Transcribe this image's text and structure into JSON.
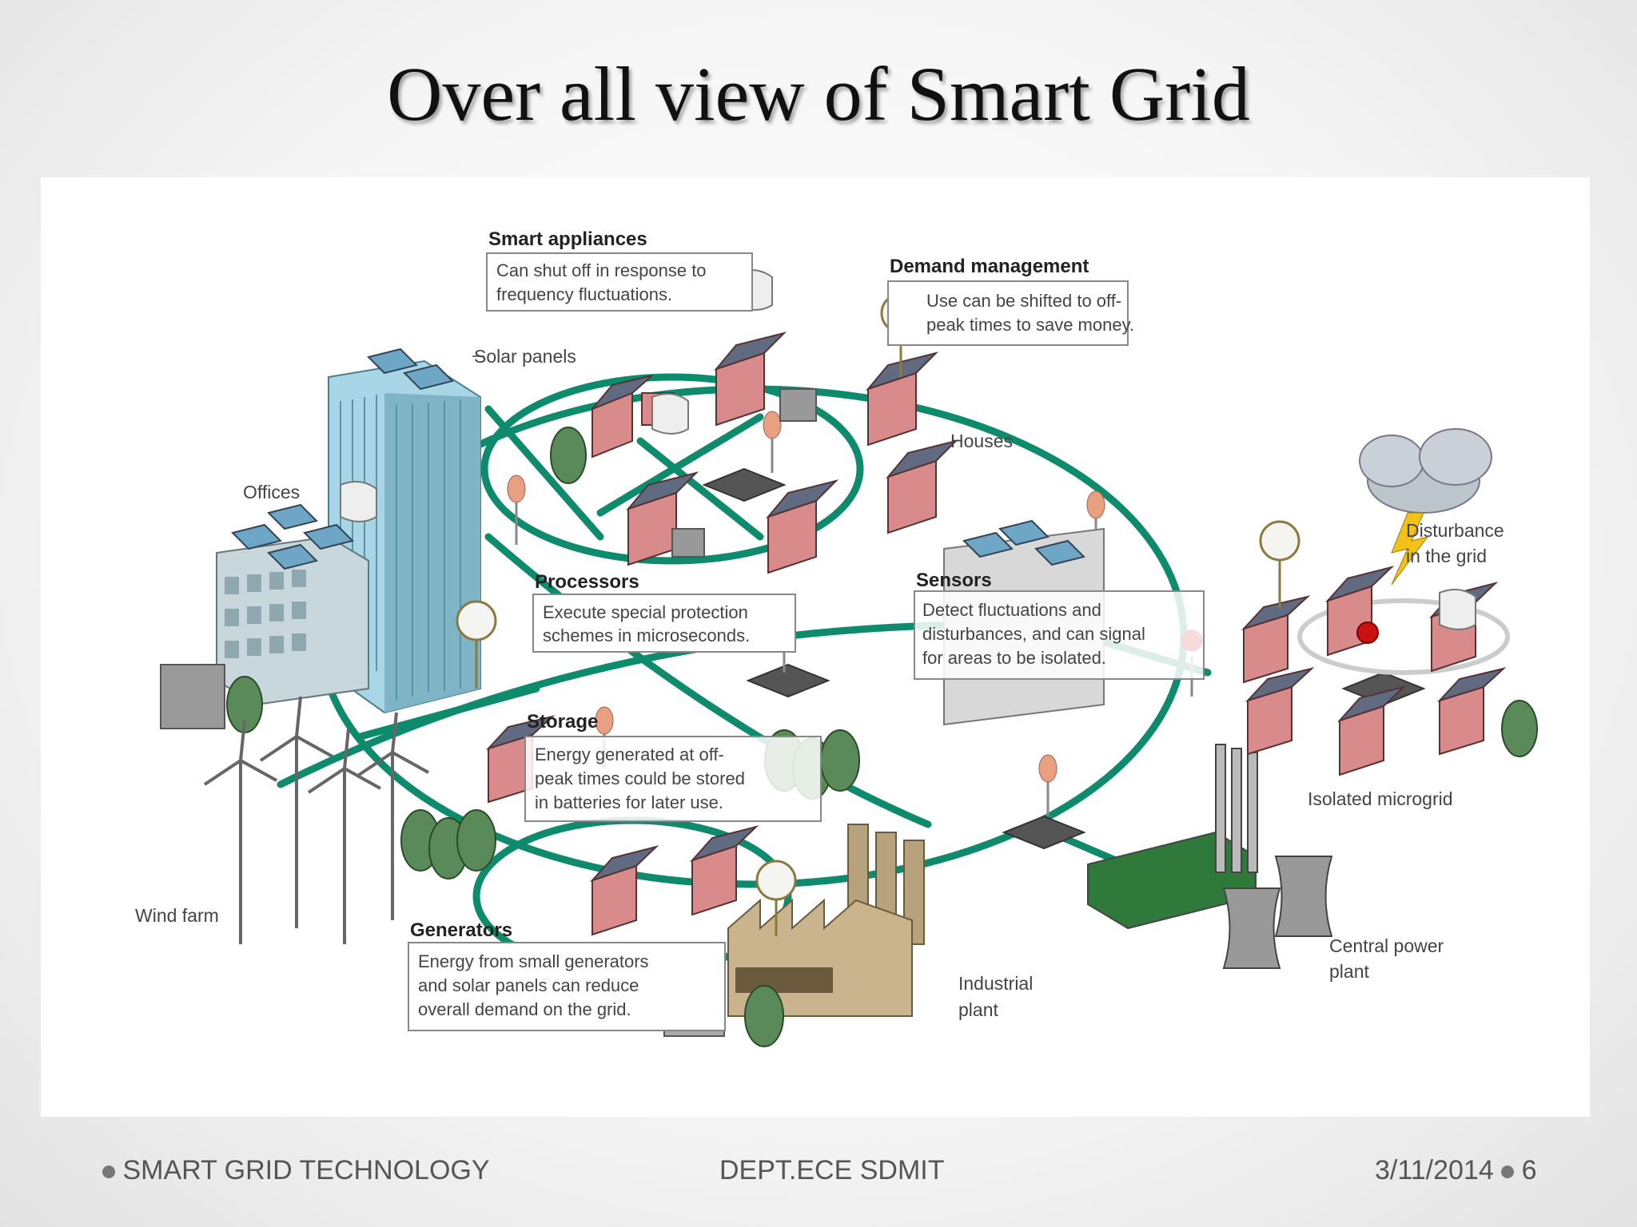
{
  "slide": {
    "title": "Over all view of Smart Grid"
  },
  "diagram": {
    "callouts": {
      "smart_appliances": {
        "header": "Smart appliances",
        "lines": [
          "Can shut off in response to",
          "frequency fluctuations."
        ]
      },
      "demand_management": {
        "header": "Demand management",
        "lines": [
          "Use can be shifted to off-",
          "peak times to save money."
        ]
      },
      "processors": {
        "header": "Processors",
        "lines": [
          "Execute special protection",
          "schemes in microseconds."
        ]
      },
      "sensors": {
        "header": "Sensors",
        "lines": [
          "Detect fluctuations and",
          "disturbances, and can signal",
          "for areas to be isolated."
        ]
      },
      "storage": {
        "header": "Storage",
        "lines": [
          "Energy generated at off-",
          "peak times could be stored",
          "in batteries for later use."
        ]
      },
      "generators": {
        "header": "Generators",
        "lines": [
          "Energy from small generators",
          "and solar panels can reduce",
          "overall demand on the grid."
        ]
      }
    },
    "labels": {
      "solar_panels": "Solar panels",
      "offices": "Offices",
      "houses": "Houses",
      "disturbance_line1": "Disturbance",
      "disturbance_line2": "in the grid",
      "isolated_microgrid": "Isolated microgrid",
      "wind_farm": "Wind farm",
      "industrial_line1": "Industrial",
      "industrial_line2": "plant",
      "central_line1": "Central power",
      "central_line2": "plant"
    },
    "colors": {
      "grid_line": "#0e8a6c",
      "house_wall": "#d98a8a",
      "building": "#9fd0e0",
      "plant": "#b8a27e"
    }
  },
  "footer": {
    "left": "SMART GRID TECHNOLOGY",
    "center": "DEPT.ECE SDMIT",
    "date": "3/11/2014",
    "page": "6"
  }
}
